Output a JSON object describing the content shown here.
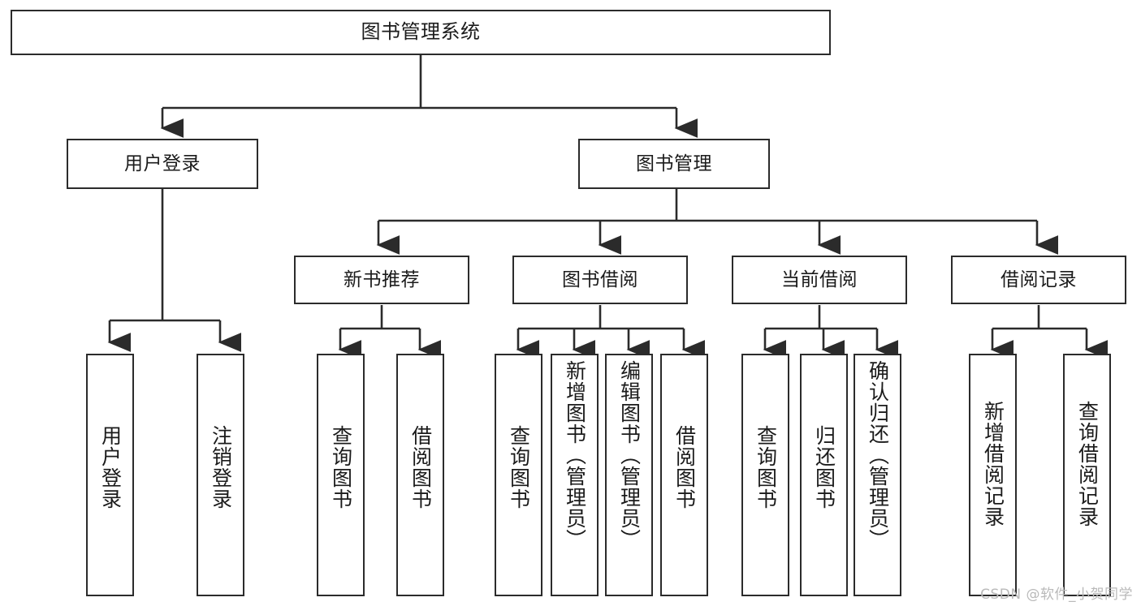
{
  "diagram": {
    "title": "图书管理系统",
    "watermark": "CSDN @软件_小贺同学",
    "stroke_color": "#2b2b2b",
    "background_color": "#ffffff",
    "text_color": "#1b1b1b",
    "nodes": {
      "root": "图书管理系统",
      "user_login": "用户登录",
      "book_manage": "图书管理",
      "new_book_rec": "新书推荐",
      "book_borrow": "图书借阅",
      "current_borrow": "当前借阅",
      "borrow_record": "借阅记录",
      "leaf_user_login": "用户登录",
      "leaf_logout_login": "注销登录",
      "leaf_query_book_1": "查询图书",
      "leaf_borrow_book_1": "借阅图书",
      "leaf_query_book_2": "查询图书",
      "leaf_add_book_admin": "新增图书（管理员）",
      "leaf_edit_book_admin": "编辑图书（管理员）",
      "leaf_borrow_book_2": "借阅图书",
      "leaf_query_book_3": "查询图书",
      "leaf_return_book": "归还图书",
      "leaf_confirm_return_admin": "确认归还（管理员）",
      "leaf_add_borrow_record": "新增借阅记录",
      "leaf_query_borrow_record": "查询借阅记录"
    },
    "tree": {
      "label": "图书管理系统",
      "children": [
        {
          "label": "用户登录",
          "children": [
            {
              "label": "用户登录",
              "children": []
            },
            {
              "label": "注销登录",
              "children": []
            }
          ]
        },
        {
          "label": "图书管理",
          "children": [
            {
              "label": "新书推荐",
              "children": [
                {
                  "label": "查询图书",
                  "children": []
                },
                {
                  "label": "借阅图书",
                  "children": []
                }
              ]
            },
            {
              "label": "图书借阅",
              "children": [
                {
                  "label": "查询图书",
                  "children": []
                },
                {
                  "label": "新增图书（管理员）",
                  "children": []
                },
                {
                  "label": "编辑图书（管理员）",
                  "children": []
                },
                {
                  "label": "借阅图书",
                  "children": []
                }
              ]
            },
            {
              "label": "当前借阅",
              "children": [
                {
                  "label": "查询图书",
                  "children": []
                },
                {
                  "label": "归还图书",
                  "children": []
                },
                {
                  "label": "确认归还（管理员）",
                  "children": []
                }
              ]
            },
            {
              "label": "借阅记录",
              "children": [
                {
                  "label": "新增借阅记录",
                  "children": []
                },
                {
                  "label": "查询借阅记录",
                  "children": []
                }
              ]
            }
          ]
        }
      ]
    }
  }
}
